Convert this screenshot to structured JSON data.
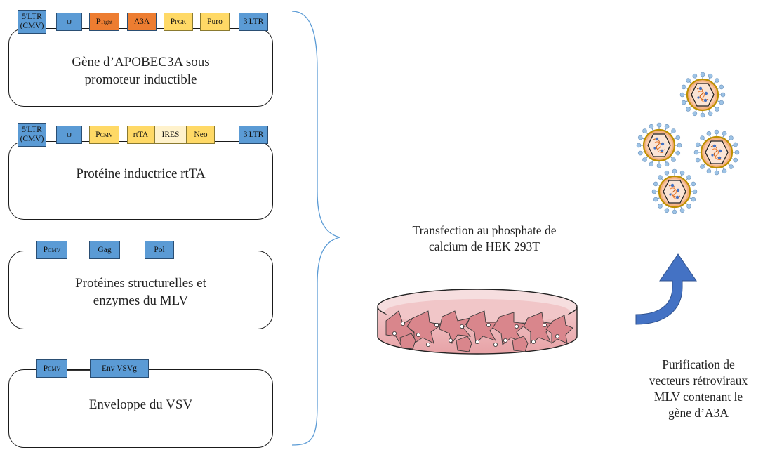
{
  "plasmids": [
    {
      "elements": {
        "ltr5_a": "5'LTR",
        "ltr5_b": "(CMV)",
        "psi": "ψ",
        "ptight_p": "P",
        "ptight_sub": "Tight",
        "a3a": "A3A",
        "ppgk_p": "P",
        "ppgk_sub": "PGK",
        "puro": "Puro",
        "ltr3": "3'LTR"
      },
      "text_line1": "Gène d’APOBEC3A sous",
      "text_line2": "promoteur inductible"
    },
    {
      "elements": {
        "ltr5_a": "5'LTR",
        "ltr5_b": "(CMV)",
        "psi": "ψ",
        "pcmv_p": "P",
        "pcmv_sub": "CMV",
        "rtta": "rtTA",
        "ires": "IRES",
        "neo": "Neo",
        "ltr3": "3'LTR"
      },
      "text_line1": "Protéine inductrice rtTA"
    },
    {
      "elements": {
        "pcmv_p": "P",
        "pcmv_sub": "CMV",
        "gag": "Gag",
        "pol": "Pol"
      },
      "text_line1": "Protéines structurelles et",
      "text_line2": "enzymes du MLV"
    },
    {
      "elements": {
        "pcmv_p": "P",
        "pcmv_sub": "CMV",
        "env": "Env VSVg"
      },
      "text_line1": "Enveloppe du VSV"
    }
  ],
  "transfection": {
    "line1": "Transfection au phosphate de",
    "line2": "calcium de HEK 293T"
  },
  "purification": {
    "line1": "Purification de",
    "line2": "vecteurs rétroviraux",
    "line3": "MLV contenant le",
    "line4": "gène d’A3A"
  },
  "colors": {
    "blue": "#5b9bd5",
    "orange": "#ed7d31",
    "yellow": "#ffd966",
    "cream": "#fff2cc",
    "arrow": "#4472c4",
    "dish_medium": "#e8a0a4",
    "virus_capsid": "#f4b183",
    "virus_envelope": "#bf9000",
    "virus_spike": "#9dc3e6"
  }
}
